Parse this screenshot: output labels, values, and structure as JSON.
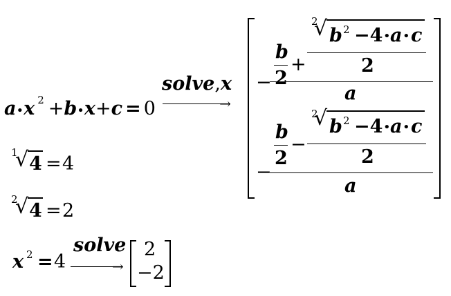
{
  "eq1": {
    "lhs": [
      "a",
      "•",
      "x",
      "2",
      "+",
      "b",
      "•",
      "x",
      "+",
      "c",
      "=",
      "0"
    ],
    "arrow_label": "solve",
    "arrow_var": "x",
    "sol1": {
      "minus": "−",
      "b": "b",
      "two": "2",
      "op": "+",
      "root_index": "2",
      "radicand": [
        "b",
        "2",
        "−4",
        "•",
        "a",
        "•",
        "c"
      ],
      "den_two": "2",
      "den_a": "a"
    },
    "sol2": {
      "minus": "−",
      "b": "b",
      "two": "2",
      "op": "−",
      "root_index": "2",
      "radicand": [
        "b",
        "2",
        "−4",
        "•",
        "a",
        "•",
        "c"
      ],
      "den_two": "2",
      "den_a": "a"
    }
  },
  "eq2": {
    "index": "1",
    "radicand": "4",
    "eq": "=",
    "result": "4"
  },
  "eq3": {
    "index": "2",
    "radicand": "4",
    "eq": "=",
    "result": "2"
  },
  "eq4": {
    "var": "x",
    "exp": "2",
    "eq": "=",
    "rhs": "4",
    "arrow_label": "solve",
    "results": [
      "2",
      "−2"
    ]
  }
}
